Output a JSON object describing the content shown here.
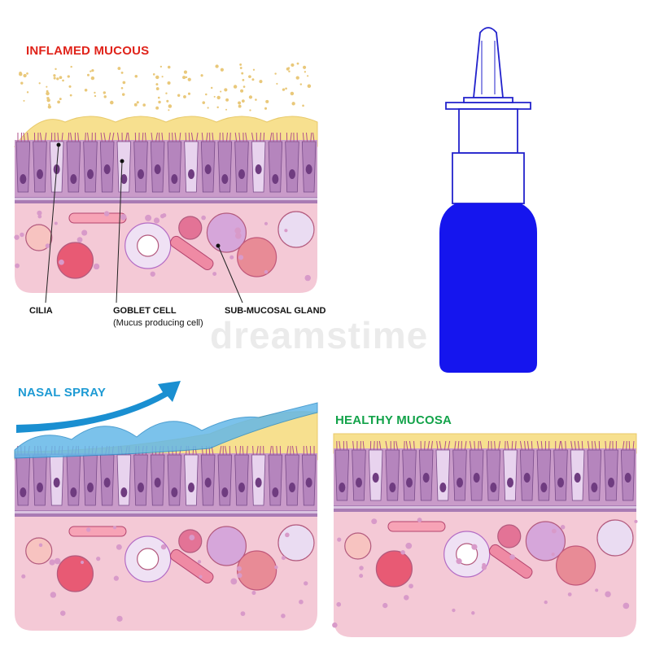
{
  "panels": {
    "inflamed": {
      "title": "INFLAMED MUCOUS"
    },
    "spray": {
      "title": "NASAL SPRAY"
    },
    "healthy": {
      "title": "HEALTHY MUCOSA"
    }
  },
  "labels": {
    "cilia": "CILIA",
    "goblet_cell": "GOBLET CELL",
    "goblet_cell_note": "(Mucus producing cell)",
    "submucosal_gland": "SUB-MUCOSAL GLAND"
  },
  "watermark": "dreamstime",
  "colors": {
    "mucus": "#f7e08f",
    "epithelium": "#c99bc9",
    "cell": "#b585bd",
    "connective": "#f4c9d6",
    "bottle": "#1515ee",
    "spray": "#64b8e8",
    "arrow": "#1a8fd1"
  }
}
